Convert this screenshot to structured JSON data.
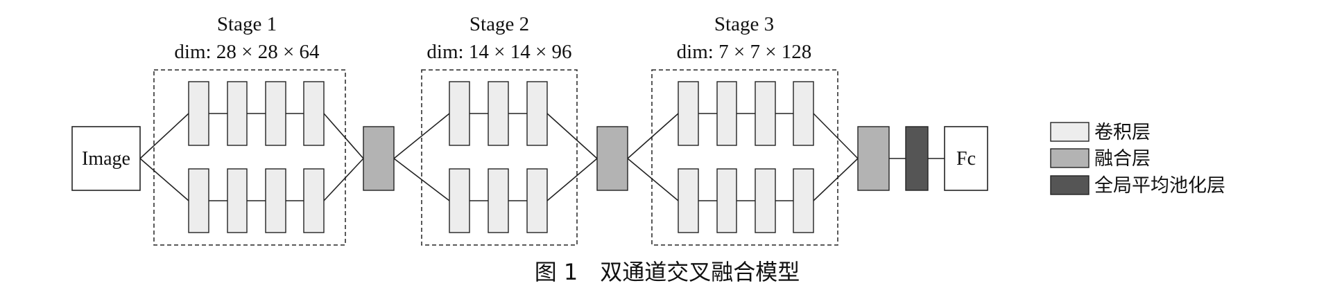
{
  "input_label": "Image",
  "output_label": "Fc",
  "stages": [
    {
      "title": "Stage 1",
      "dim": "dim: 28 × 28 × 64",
      "conv_blocks_per_branch": 4
    },
    {
      "title": "Stage 2",
      "dim": "dim: 14 × 14 × 96",
      "conv_blocks_per_branch": 3
    },
    {
      "title": "Stage 3",
      "dim": "dim: 7 × 7 × 128",
      "conv_blocks_per_branch": 4
    }
  ],
  "legend": [
    {
      "label": "卷积层",
      "color": "#ededed"
    },
    {
      "label": "融合层",
      "color": "#b3b3b3"
    },
    {
      "label": "全局平均池化层",
      "color": "#555555"
    }
  ],
  "caption": "图 1　双通道交叉融合模型",
  "colors": {
    "conv": "#ededed",
    "fusion": "#b3b3b3",
    "gap": "#555555",
    "stroke": "#222222"
  }
}
